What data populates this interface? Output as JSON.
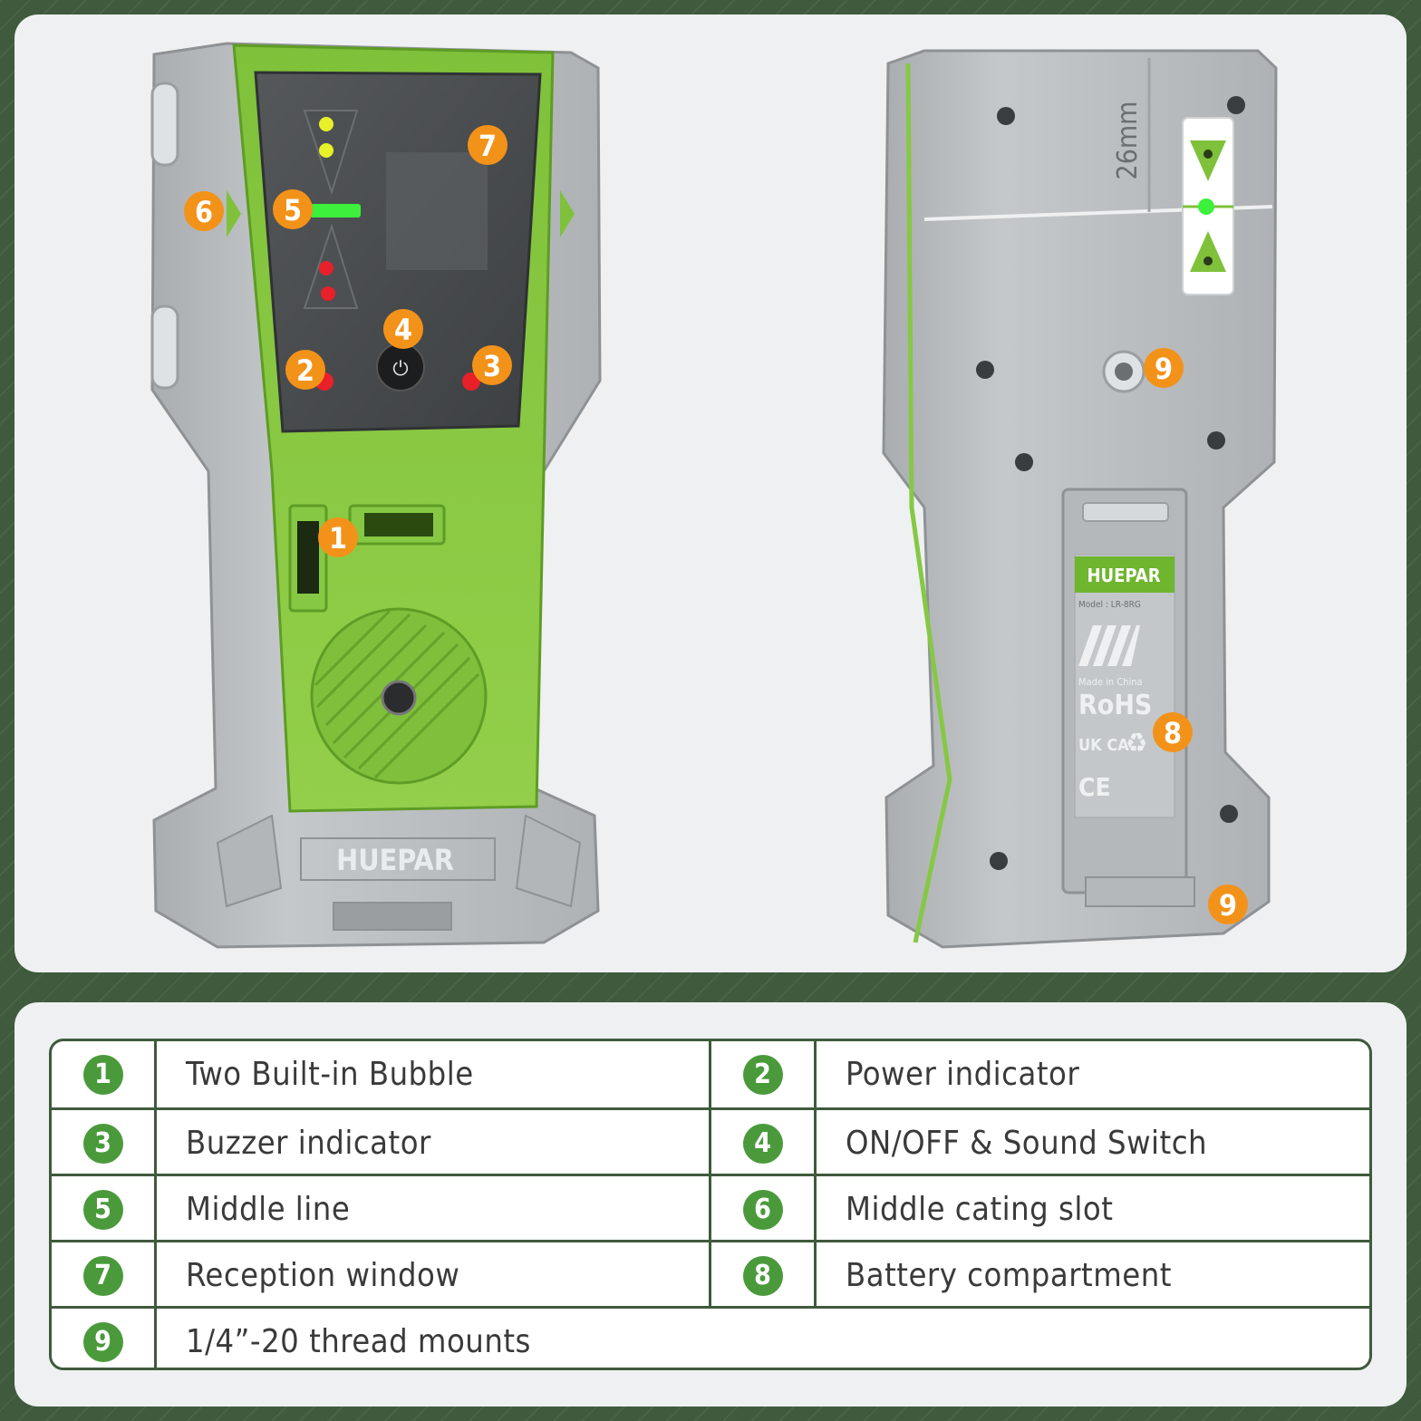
{
  "brand": "HUEPAR",
  "back_label": {
    "brand": "HUEPAR",
    "model": "Model : LR-8RG",
    "made_in": "Made in China",
    "rohs": "RoHS",
    "ukca": "UK CA",
    "ce": "CE"
  },
  "measurement": "26mm",
  "badges": [
    "1",
    "2",
    "3",
    "4",
    "5",
    "6",
    "7",
    "8",
    "9"
  ],
  "legend": [
    {
      "num": "1",
      "text": "Two Built-in Bubble"
    },
    {
      "num": "2",
      "text": "Power indicator"
    },
    {
      "num": "3",
      "text": "Buzzer indicator"
    },
    {
      "num": "4",
      "text": "ON/OFF & Sound Switch"
    },
    {
      "num": "5",
      "text": "Middle line"
    },
    {
      "num": "6",
      "text": "Middle cating slot"
    },
    {
      "num": "7",
      "text": "Reception window"
    },
    {
      "num": "8",
      "text": "Battery compartment"
    },
    {
      "num": "9",
      "text": "1/4”-20 thread mounts"
    }
  ],
  "colors": {
    "background": "#3f5a3c",
    "panel": "#eef0f1",
    "device_green": "#8cc63f",
    "device_gray": "#b8bcbf",
    "badge_orange": "#f39219",
    "legend_green": "#4a9a3c"
  }
}
